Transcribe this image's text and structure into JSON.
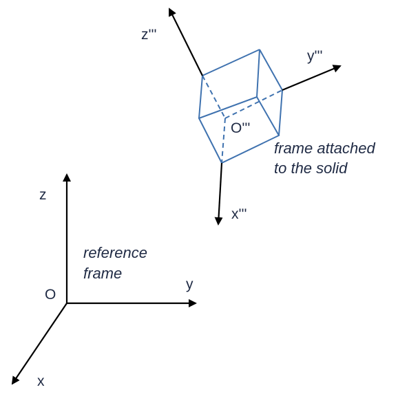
{
  "reference_frame": {
    "origin_label": "O",
    "x_label": "x",
    "y_label": "y",
    "z_label": "z",
    "caption_line1": "reference",
    "caption_line2": "frame"
  },
  "solid_frame": {
    "origin_label": "O'''",
    "x_label": "x'''",
    "y_label": "y'''",
    "z_label": "z'''",
    "caption_line1": "frame attached",
    "caption_line2": "to the solid"
  },
  "colors": {
    "axis": "#000000",
    "solid_edges": "#3f72af",
    "text": "#1f2a44"
  }
}
